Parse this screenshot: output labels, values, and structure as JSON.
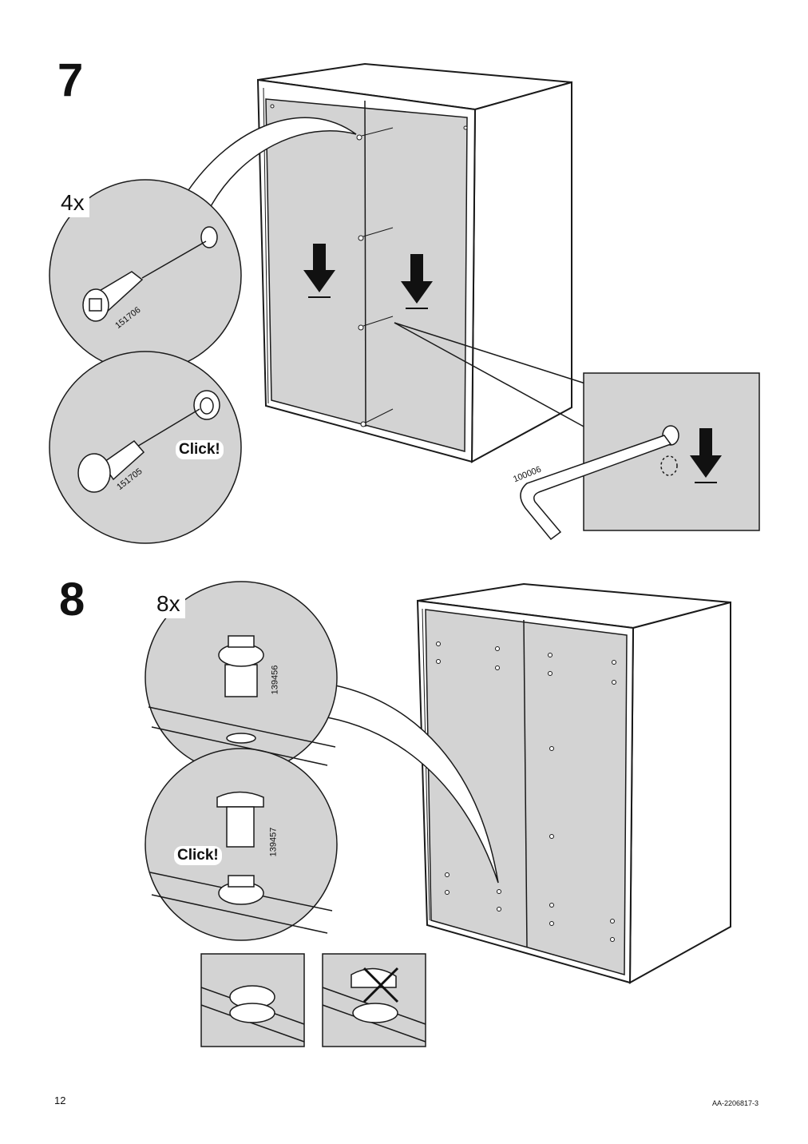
{
  "page": {
    "page_number": "12",
    "doc_code": "AA-2206817-3"
  },
  "step7": {
    "number": "7",
    "quantity": "4x",
    "part_a": "151706",
    "part_b": "151705",
    "click_label": "Click!",
    "tool_part": "100006"
  },
  "step8": {
    "number": "8",
    "quantity": "8x",
    "part_a": "139456",
    "part_b": "139457",
    "click_label": "Click!"
  },
  "colors": {
    "panel_gray": "#d3d3d3",
    "line": "#1a1a1a",
    "background": "#ffffff"
  }
}
